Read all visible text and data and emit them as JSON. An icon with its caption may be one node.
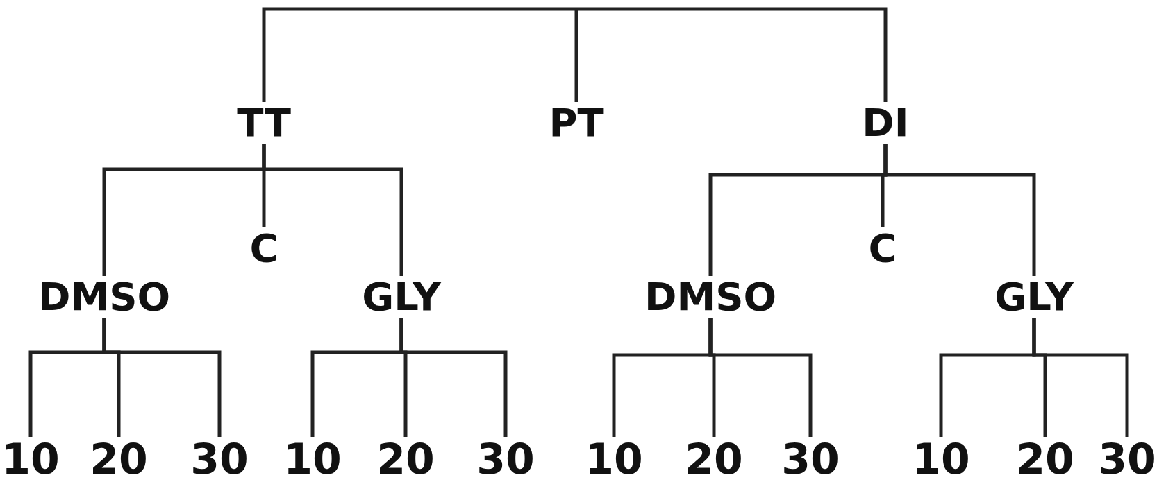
{
  "diagram": {
    "nodes": [
      {
        "text": [
          "TT"
        ]
      },
      {
        "text": [
          "PT"
        ]
      },
      {
        "text": [
          "DI"
        ]
      },
      {
        "text": [
          "DMSO"
        ]
      },
      {
        "text": [
          "C"
        ]
      },
      {
        "text": [
          "GLY"
        ]
      },
      {
        "text": [
          "DMSO"
        ]
      },
      {
        "text": [
          "C"
        ]
      },
      {
        "text": [
          "GLY"
        ]
      },
      {
        "text": [
          "10"
        ]
      },
      {
        "text": [
          "20"
        ]
      },
      {
        "text": [
          "30"
        ]
      },
      {
        "text": [
          "10"
        ]
      },
      {
        "text": [
          "20"
        ]
      },
      {
        "text": [
          "30"
        ]
      },
      {
        "text": [
          "10"
        ]
      },
      {
        "text": [
          "20"
        ]
      },
      {
        "text": [
          "30"
        ]
      },
      {
        "text": [
          "10"
        ]
      },
      {
        "text": [
          "20"
        ]
      },
      {
        "text": [
          "30"
        ]
      }
    ],
    "edges": [
      {
        "from": null,
        "to": 0,
        "arrow": "none"
      },
      {
        "from": null,
        "to": 1,
        "arrow": "none"
      },
      {
        "from": null,
        "to": 2,
        "arrow": "none"
      },
      {
        "from": 0,
        "to": 3,
        "arrow": "none"
      },
      {
        "from": 0,
        "to": 4,
        "arrow": "none"
      },
      {
        "from": 0,
        "to": 5,
        "arrow": "none"
      },
      {
        "from": 2,
        "to": 6,
        "arrow": "none"
      },
      {
        "from": 2,
        "to": 7,
        "arrow": "none"
      },
      {
        "from": 2,
        "to": 8,
        "arrow": "none"
      },
      {
        "from": 3,
        "to": 9,
        "arrow": "none"
      },
      {
        "from": 3,
        "to": 10,
        "arrow": "none"
      },
      {
        "from": 3,
        "to": 11,
        "arrow": "none"
      },
      {
        "from": 5,
        "to": 12,
        "arrow": "none"
      },
      {
        "from": 5,
        "to": 13,
        "arrow": "none"
      },
      {
        "from": 5,
        "to": 14,
        "arrow": "none"
      },
      {
        "from": 6,
        "to": 15,
        "arrow": "none"
      },
      {
        "from": 6,
        "to": 16,
        "arrow": "none"
      },
      {
        "from": 6,
        "to": 17,
        "arrow": "none"
      },
      {
        "from": 8,
        "to": 18,
        "arrow": "none"
      },
      {
        "from": 8,
        "to": 19,
        "arrow": "none"
      },
      {
        "from": 8,
        "to": 20,
        "arrow": "none"
      }
    ]
  }
}
